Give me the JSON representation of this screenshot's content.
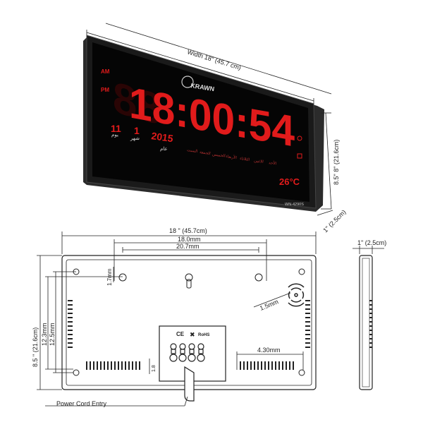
{
  "clock": {
    "time": "18:00:54",
    "brand": "KRAWN",
    "model": "WN-4290S",
    "ampm": [
      "AM",
      "PM"
    ],
    "date_values": [
      "11",
      "1"
    ],
    "date_labels": [
      "يوم",
      "شهر"
    ],
    "year": "2015",
    "year_label": "عام",
    "weekdays": [
      "السبت",
      "الجمعة",
      "الخميس",
      "الأربعاء",
      "الثلاثاء",
      "الاثنين",
      "الأحد"
    ],
    "temperature": "26°C",
    "colors": {
      "led": "#e11b1b",
      "body": "#1b1b1b",
      "face": "#050505"
    }
  },
  "dimensions": {
    "front_width": "Width 18\" (45.7 cm)",
    "front_height": "8.5\" 8\" (21.6cm)",
    "front_depth": "1\" (2.5cm)",
    "back_width": "18 \" (45.7cm)",
    "hole_spacing_a": "18.0mm",
    "hole_spacing_b": "20.7mm",
    "side_depth": "1\" (2.5cm)",
    "back_height": "8.5 \" (21.6cm)",
    "inner_a": "12.3mm",
    "inner_b": "12.5mm",
    "top_offset": "1.7mm",
    "speaker_hole": "1.5mm",
    "vent_width": "4.30mm",
    "small_gap": "1.8",
    "power_cord_label": "Power Cord Entry",
    "cert_marks": [
      "CE",
      "RoHS"
    ]
  }
}
